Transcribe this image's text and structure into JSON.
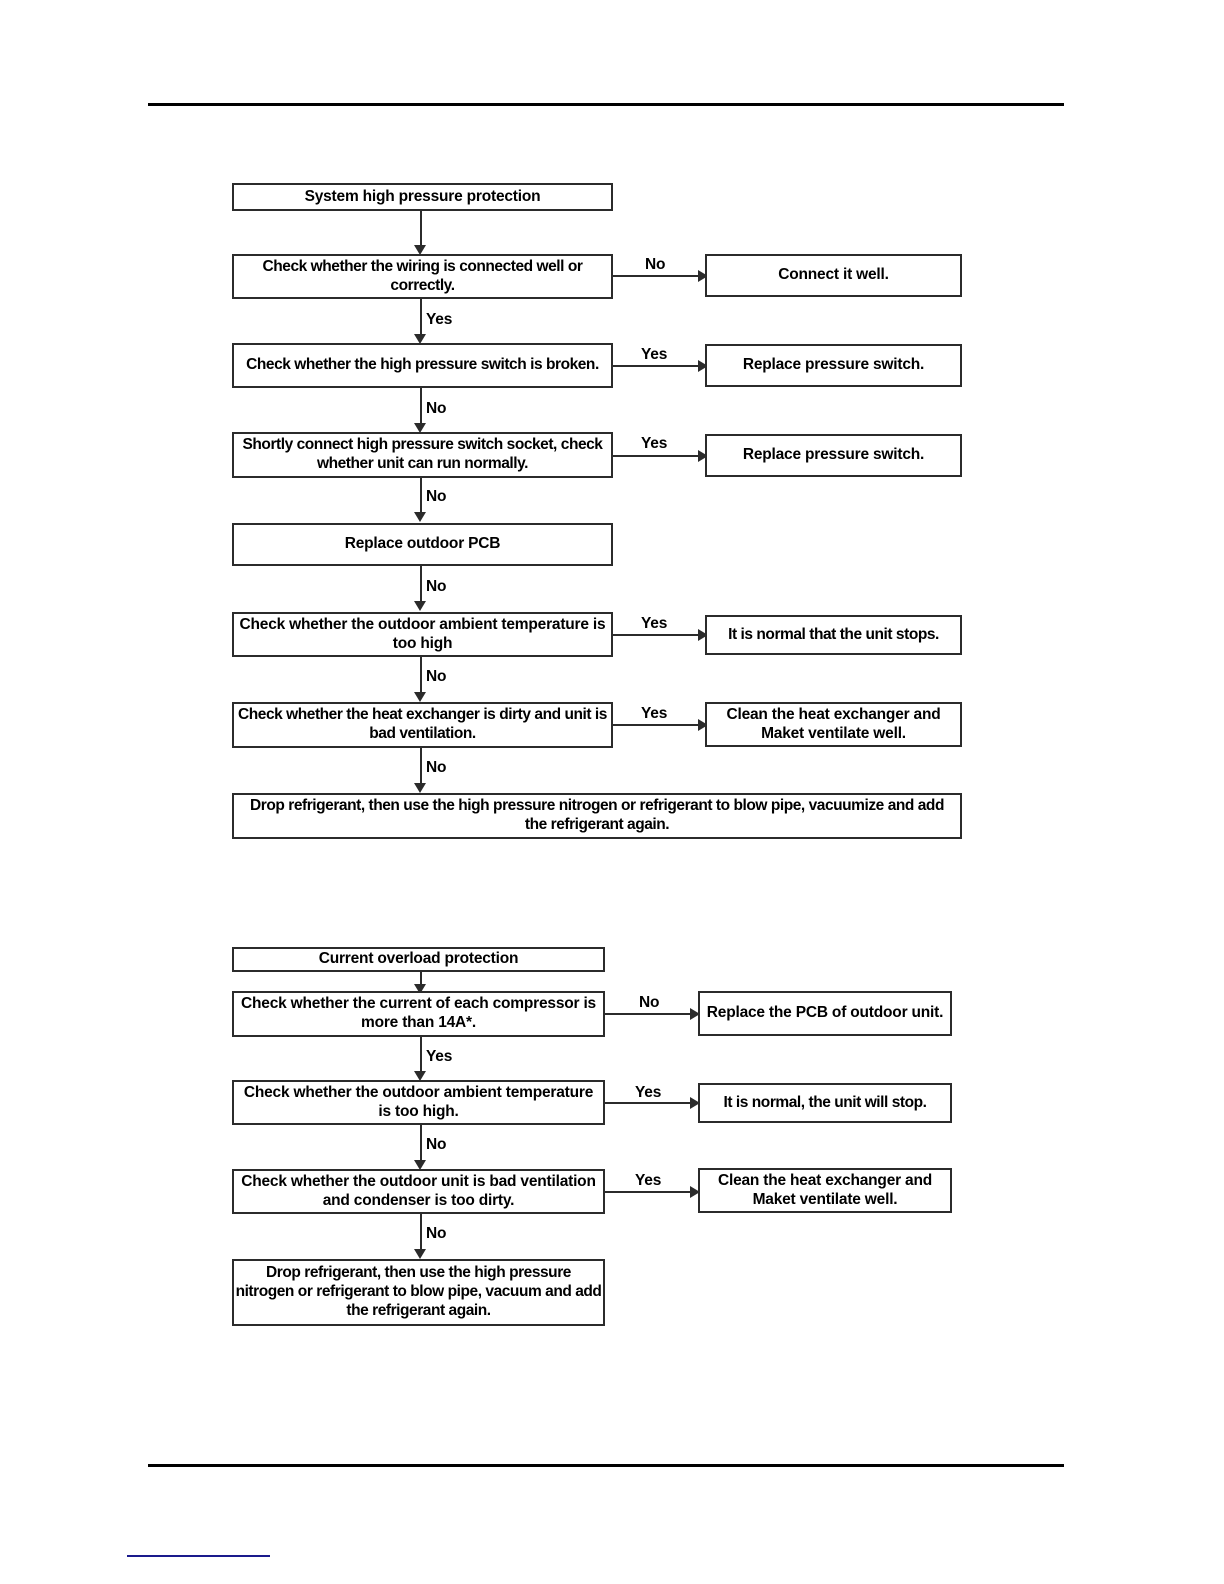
{
  "page": {
    "header_rule": true,
    "footer_rule": true,
    "footnote_rule": true
  },
  "flowcharts": [
    {
      "id": "system-high-pressure-protection",
      "title": "System high pressure protection",
      "nodes": [
        {
          "key": "start",
          "text": "System high pressure protection"
        },
        {
          "key": "check1",
          "text": "Check whether the wiring is connected well or correctly."
        },
        {
          "key": "action1",
          "text": "Connect it well."
        },
        {
          "key": "check2",
          "text": "Check whether the high pressure switch is broken."
        },
        {
          "key": "action2",
          "text": "Replace pressure switch."
        },
        {
          "key": "check3",
          "text": "Shortly connect high pressure switch socket, check whether unit can run normally."
        },
        {
          "key": "action3",
          "text": "Replace pressure switch."
        },
        {
          "key": "action4",
          "text": "Replace outdoor PCB"
        },
        {
          "key": "check4",
          "text": "Check whether the outdoor ambient temperature is too high"
        },
        {
          "key": "action5",
          "text": "It is normal that the unit stops."
        },
        {
          "key": "check5",
          "text": "Check whether the heat exchanger is dirty and unit is bad ventilation."
        },
        {
          "key": "action6",
          "text": "Clean the heat exchanger and Maket ventilate well."
        },
        {
          "key": "final",
          "text": "Drop refrigerant, then use the high pressure nitrogen or refrigerant to blow pipe, vacuumize and add the refrigerant again."
        }
      ],
      "edges": [
        {
          "key": "e1",
          "label": "",
          "direction": "down"
        },
        {
          "key": "e2",
          "label": "No",
          "direction": "right"
        },
        {
          "key": "e3",
          "label": "Yes",
          "direction": "down"
        },
        {
          "key": "e4",
          "label": "Yes",
          "direction": "right"
        },
        {
          "key": "e5",
          "label": "No",
          "direction": "down"
        },
        {
          "key": "e6",
          "label": "Yes",
          "direction": "right"
        },
        {
          "key": "e7",
          "label": "No",
          "direction": "down"
        },
        {
          "key": "e8",
          "label": "No",
          "direction": "down"
        },
        {
          "key": "e9",
          "label": "Yes",
          "direction": "right"
        },
        {
          "key": "e10",
          "label": "No",
          "direction": "down"
        },
        {
          "key": "e11",
          "label": "Yes",
          "direction": "right"
        },
        {
          "key": "e12",
          "label": "No",
          "direction": "down"
        }
      ]
    },
    {
      "id": "current-overload-protection",
      "title": "Current overload protection",
      "nodes": [
        {
          "key": "start",
          "text": "Current overload protection"
        },
        {
          "key": "check1",
          "text": "Check whether the current of each compressor is more than 14A*."
        },
        {
          "key": "action1",
          "text": "Replace the PCB of outdoor unit."
        },
        {
          "key": "check2",
          "text": "Check whether the outdoor ambient temperature is too high."
        },
        {
          "key": "action2",
          "text": "It is normal, the unit will stop."
        },
        {
          "key": "check3",
          "text": "Check whether the outdoor unit is bad ventilation and condenser is too dirty."
        },
        {
          "key": "action3",
          "text": "Clean the heat exchanger and Maket ventilate well."
        },
        {
          "key": "final",
          "text": "Drop refrigerant, then use the high pressure nitrogen or refrigerant to blow pipe, vacuum and add the refrigerant again."
        }
      ],
      "edges": [
        {
          "key": "e1",
          "label": "",
          "direction": "down"
        },
        {
          "key": "e2",
          "label": "No",
          "direction": "right"
        },
        {
          "key": "e3",
          "label": "Yes",
          "direction": "down"
        },
        {
          "key": "e4",
          "label": "Yes",
          "direction": "right"
        },
        {
          "key": "e5",
          "label": "No",
          "direction": "down"
        },
        {
          "key": "e6",
          "label": "Yes",
          "direction": "right"
        },
        {
          "key": "e7",
          "label": "No",
          "direction": "down"
        }
      ]
    }
  ],
  "colors": {
    "box_border": "#2b2b2b",
    "text": "#000000",
    "rule": "#000000",
    "footnote_rule": "#1a1a8c"
  }
}
